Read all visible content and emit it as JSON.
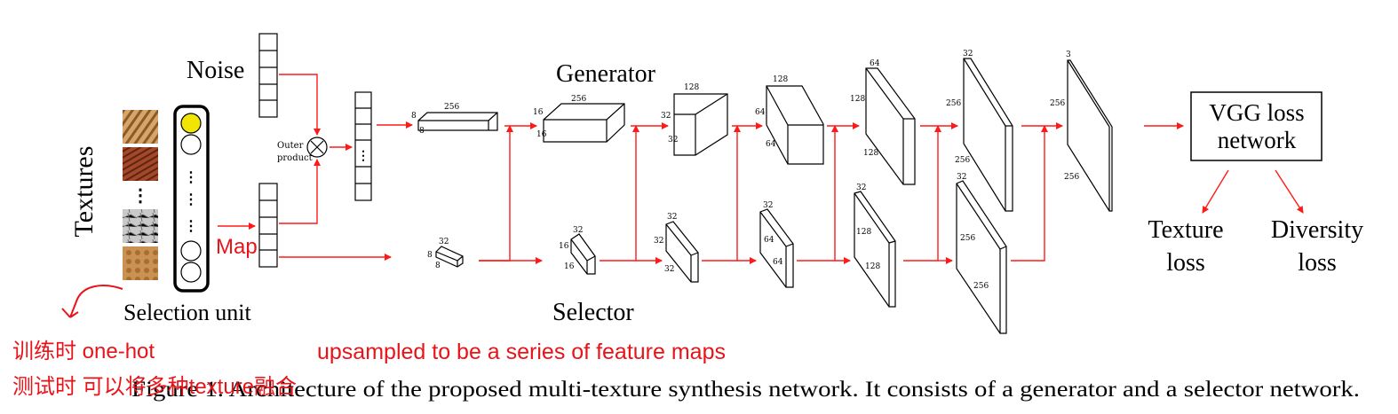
{
  "labels": {
    "noise": "Noise",
    "generator": "Generator",
    "selector": "Selector",
    "textures": "Textures",
    "selection_unit": "Selection unit",
    "outer_product": [
      "Outer",
      "product"
    ],
    "vgg": [
      "VGG loss",
      "network"
    ],
    "texture_loss": [
      "Texture",
      "loss"
    ],
    "diversity_loss": [
      "Diversity",
      "loss"
    ],
    "ellipsis": "⋮"
  },
  "caption": "Figure 1. Architecture of the proposed multi-texture synthesis network. It consists of a generator and a selector network.",
  "annotations": {
    "map": "Map",
    "train_line": "训练时 one-hot",
    "test_line": "测试时 可以将多种texture融合",
    "upsampled": "upsampled to be a series of feature maps"
  },
  "generator_blocks": [
    {
      "dims": [
        "256",
        "8",
        "8"
      ]
    },
    {
      "dims": [
        "256",
        "16",
        "16"
      ]
    },
    {
      "dims": [
        "128",
        "32",
        "32"
      ]
    },
    {
      "dims": [
        "128",
        "64",
        "64"
      ]
    },
    {
      "dims": [
        "64",
        "128",
        "128"
      ]
    },
    {
      "dims": [
        "32",
        "256",
        "256"
      ]
    },
    {
      "dims": [
        "3",
        "256",
        "256"
      ]
    }
  ],
  "selector_blocks": [
    {
      "dims": [
        "32",
        "8",
        "8"
      ]
    },
    {
      "dims": [
        "32",
        "16",
        "16"
      ]
    },
    {
      "dims": [
        "32",
        "32",
        "32"
      ]
    },
    {
      "dims": [
        "32",
        "64",
        "64"
      ]
    },
    {
      "dims": [
        "32",
        "128",
        "128"
      ]
    },
    {
      "dims": [
        "32",
        "256",
        "256"
      ]
    }
  ],
  "colors": {
    "annotation": "#e8141a",
    "arrow": "#ff1a1a",
    "selected": "#f2e600"
  }
}
